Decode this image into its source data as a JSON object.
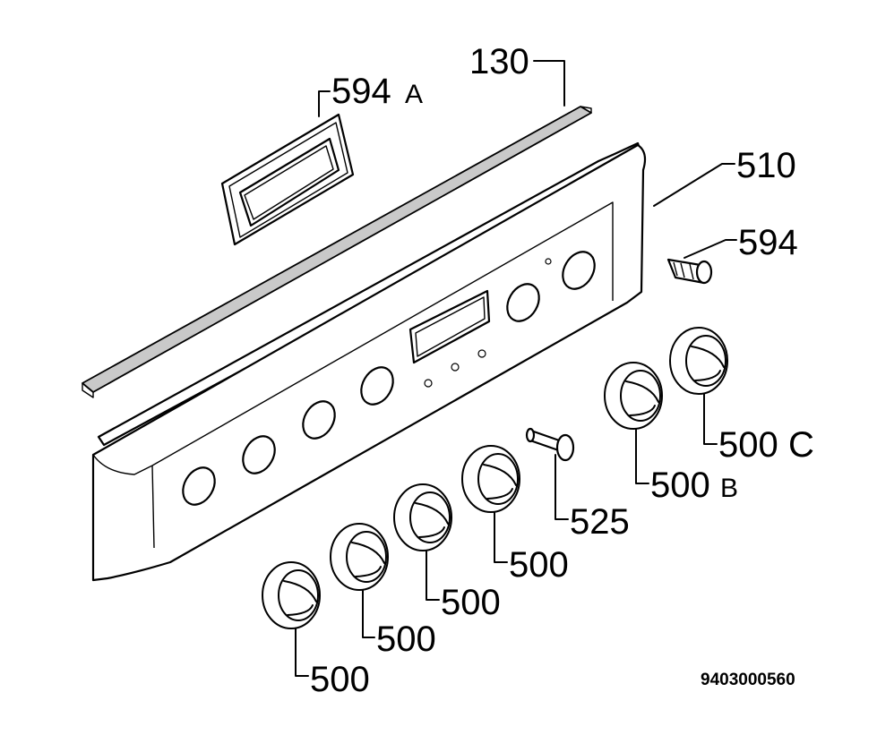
{
  "diagram": {
    "drawing_number": "9403000560",
    "callouts": {
      "frame_594a": {
        "number": "594",
        "suffix": "A"
      },
      "strip_130": {
        "number": "130"
      },
      "panel_510": {
        "number": "510"
      },
      "lamp_594": {
        "number": "594"
      },
      "knob_500c": {
        "number": "500",
        "suffix": "C"
      },
      "knob_500b": {
        "number": "500",
        "suffix": "B"
      },
      "pushbutton_525": {
        "number": "525"
      },
      "knob_500_1": {
        "number": "500"
      },
      "knob_500_2": {
        "number": "500"
      },
      "knob_500_3": {
        "number": "500"
      },
      "knob_500_4": {
        "number": "500"
      }
    }
  }
}
